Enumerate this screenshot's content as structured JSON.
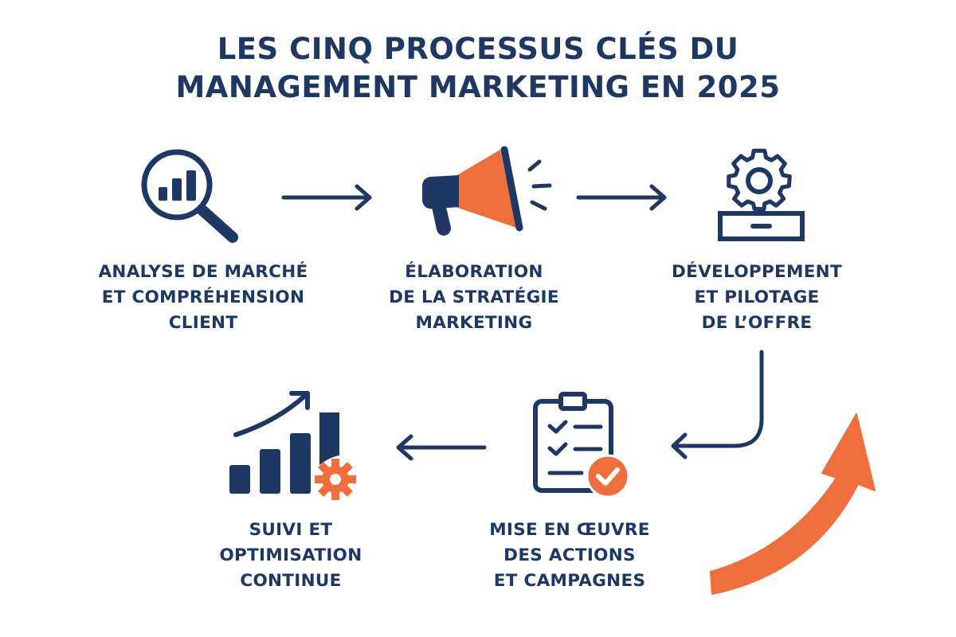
{
  "title": {
    "line1": "LES CINQ PROCESSUS CLÉS DU",
    "line2": "MANAGEMENT MARKETING EN 2025"
  },
  "colors": {
    "navy": "#1f3763",
    "orange": "#ef6e3d",
    "background": "#ffffff"
  },
  "steps": [
    {
      "icon": "magnifier-bar-chart-icon",
      "lines": [
        "ANALYSE DE MARCHÉ",
        "ET COMPRÉHENSION",
        "CLIENT"
      ]
    },
    {
      "icon": "megaphone-icon",
      "lines": [
        "ÉLABORATION",
        "DE LA STRATÉGIE",
        "MARKETING"
      ]
    },
    {
      "icon": "gear-on-tray-icon",
      "lines": [
        "DÉVELOPPEMENT",
        "ET PILOTAGE",
        "DE L’OFFRE"
      ]
    },
    {
      "icon": "clipboard-checklist-icon",
      "lines": [
        "MISE EN ŒUVRE",
        "DES ACTIONS",
        "ET CAMPAGNES"
      ]
    },
    {
      "icon": "growth-chart-gear-icon",
      "lines": [
        "SUIVI ET",
        "OPTIMISATION",
        "CONTINUE"
      ]
    }
  ],
  "connectors": [
    {
      "from": 1,
      "to": 2,
      "direction": "right"
    },
    {
      "from": 2,
      "to": 3,
      "direction": "right"
    },
    {
      "from": 3,
      "to": 4,
      "direction": "down-then-left"
    },
    {
      "from": 4,
      "to": 5,
      "direction": "left"
    },
    {
      "from": 5,
      "to": 1,
      "direction": "curved-up",
      "color": "orange"
    }
  ]
}
